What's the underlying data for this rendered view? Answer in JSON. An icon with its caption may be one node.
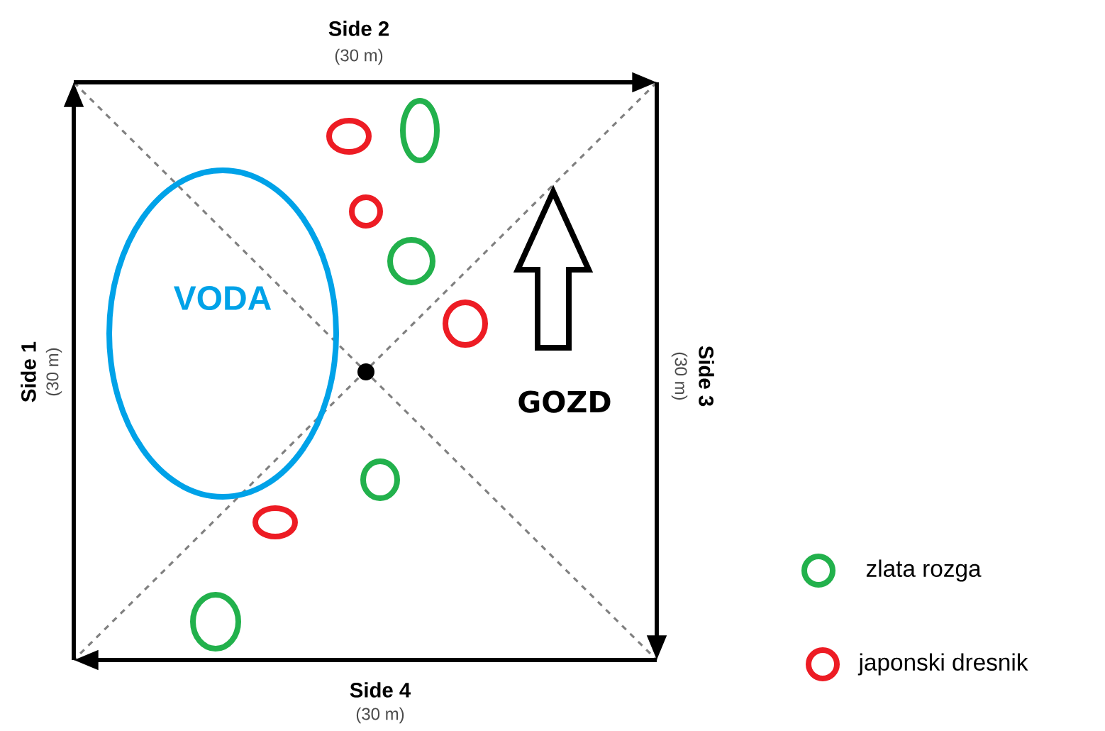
{
  "diagram": {
    "nodes": [
      {
        "text": [
          "VODA"
        ]
      }
    ],
    "edges": [],
    "labels": [
      "Side 2",
      "(30 m)",
      "Side 1",
      "(30 m)",
      "GOZD",
      "Side 3",
      "(30 m)",
      "Side 4",
      "(30 m)"
    ],
    "legend": [
      {
        "text": "zlata rozga",
        "color": "#22b14c"
      },
      {
        "text": "japonski dresnik",
        "color": "#ed1c24"
      }
    ]
  }
}
